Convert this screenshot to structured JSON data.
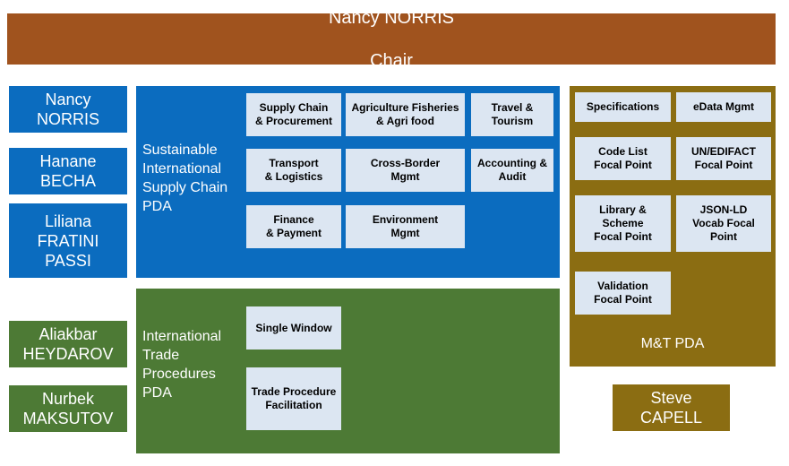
{
  "chair": {
    "name": "Nancy NORRIS",
    "role": "Chair"
  },
  "people": {
    "nancy": "Nancy\nNORRIS",
    "hanane": "Hanane\nBECHA",
    "liliana": "Liliana\nFRATINI\nPASSI",
    "aliakbar": "Aliakbar\nHEYDAROV",
    "nurbek": "Nurbek\nMAKSUTOV",
    "steve": "Steve\nCAPELL"
  },
  "sis_pda": {
    "label": "Sustainable\nInternational\nSupply Chain\nPDA",
    "domains": [
      "Supply Chain\n& Procurement",
      "Agriculture Fisheries\n& Agri food",
      "Travel &\nTourism",
      "Transport\n& Logistics",
      "Cross-Border\nMgmt",
      "Accounting &\nAudit",
      "Finance\n& Payment",
      "Environment\nMgmt"
    ]
  },
  "itp_pda": {
    "label": "International\nTrade\nProcedures\nPDA",
    "domains": [
      "Single Window",
      "Trade Procedure\nFacilitation"
    ]
  },
  "mt_pda": {
    "label": "M&T PDA",
    "domains": [
      "Specifications",
      "eData Mgmt",
      "Code List\nFocal Point",
      "UN/EDIFACT\nFocal Point",
      "Library &\nScheme\nFocal Point",
      "JSON-LD\nVocab Focal\nPoint",
      "Validation\nFocal Point"
    ]
  },
  "colors": {
    "chair": "#a0531e",
    "blue": "#0b6cbf",
    "green": "#4d7a35",
    "gold": "#8b6d12",
    "domain_fill": "#dce6f2"
  }
}
